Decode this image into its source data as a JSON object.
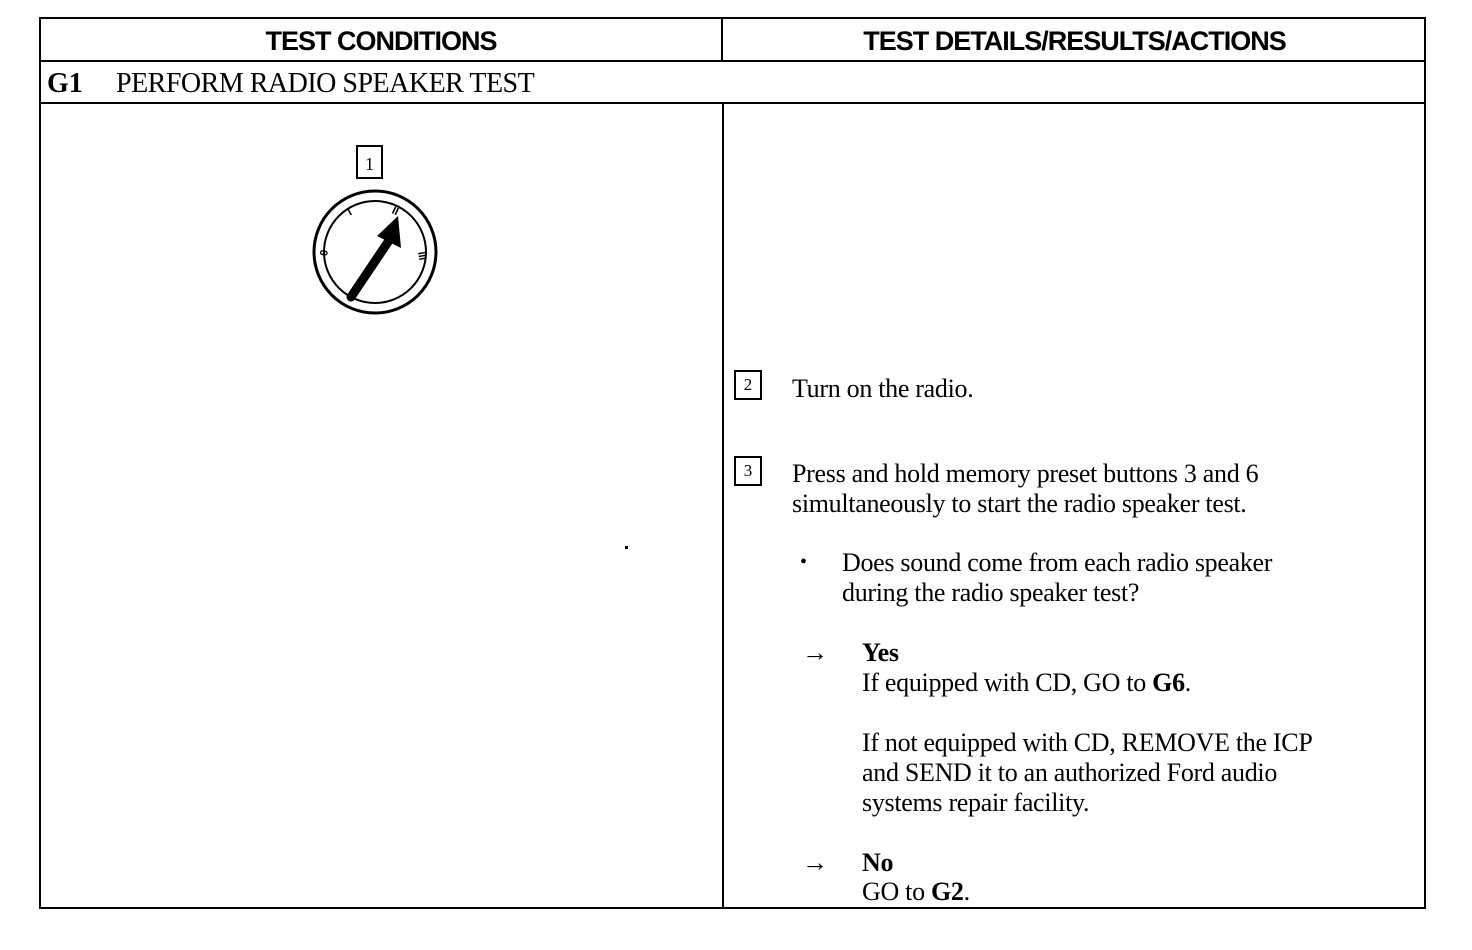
{
  "header": {
    "left": "TEST CONDITIONS",
    "right": "TEST DETAILS/RESULTS/ACTIONS"
  },
  "step": {
    "id": "G1",
    "title": "PERFORM RADIO SPEAKER TEST"
  },
  "illustration": {
    "callout": "1",
    "switch_positions": [
      "0",
      "I",
      "II",
      "III"
    ],
    "icon": "ignition-switch-icon"
  },
  "details": {
    "step2": {
      "num": "2",
      "text": "Turn on the radio."
    },
    "step3": {
      "num": "3",
      "line1": "Press and hold memory preset buttons 3 and 6",
      "line2": "simultaneously to start the radio speaker test."
    },
    "question": {
      "bullet": "•",
      "line1": "Does sound come from each radio speaker",
      "line2": "during the radio speaker test?"
    },
    "yes": {
      "arrow": "→",
      "label": "Yes",
      "line1_pre": "If equipped with CD, GO to ",
      "line1_ref": "G6",
      "line1_post": ".",
      "line2": "If not equipped with CD, REMOVE the ICP",
      "line3": "and SEND it to an authorized Ford audio",
      "line4": "systems repair facility."
    },
    "no": {
      "arrow": "→",
      "label": "No",
      "line1_pre": "GO to ",
      "line1_ref": "G2",
      "line1_post": "."
    }
  }
}
